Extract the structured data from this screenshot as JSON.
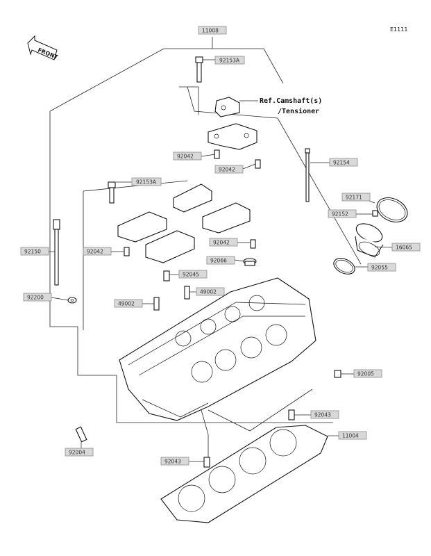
{
  "page_id": "E1111",
  "front_label": "FRONT",
  "reference": {
    "line1": "Ref.Camshaft(s)",
    "line2": "/Tensioner"
  },
  "labels": {
    "p11008": "11008",
    "p92153a_top": "92153A",
    "p92042_a": "92042",
    "p92042_b": "92042",
    "p92154": "92154",
    "p92153a_left": "92153A",
    "p92171": "92171",
    "p92150": "92150",
    "p92152": "92152",
    "p92042_c": "92042",
    "p92042_d": "92042",
    "p16065": "16065",
    "p92066": "92066",
    "p92055": "92055",
    "p92200": "92200",
    "p92045": "92045",
    "p49002_a": "49002",
    "p49002_b": "49002",
    "p92005": "92005",
    "p92043_a": "92043",
    "p11004": "11004",
    "p92004": "92004",
    "p92043_b": "92043"
  }
}
